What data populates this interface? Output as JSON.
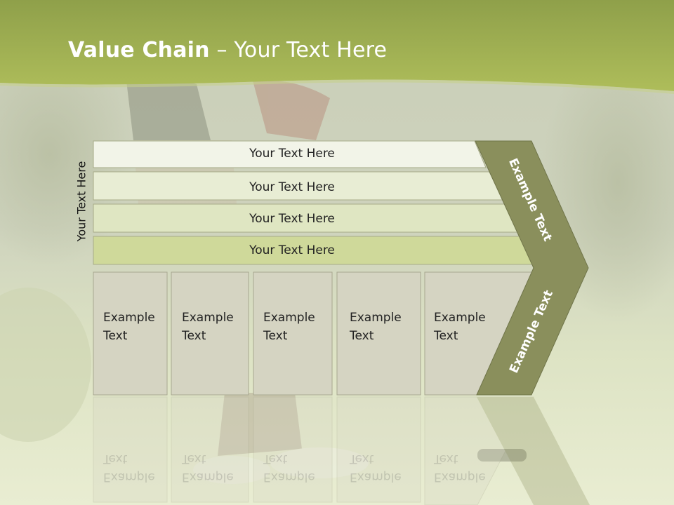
{
  "title": {
    "bold": "Value Chain",
    "rest": " – Your Text Here"
  },
  "side_label": "Your Text Here",
  "rows": [
    "Your Text Here",
    "Your Text Here",
    "Your Text Here",
    "Your Text Here"
  ],
  "columns": [
    {
      "line1": "Example",
      "line2": "Text"
    },
    {
      "line1": "Example",
      "line2": "Text"
    },
    {
      "line1": "Example",
      "line2": "Text"
    },
    {
      "line1": "Example",
      "line2": "Text"
    },
    {
      "line1": "Example",
      "line2": "Text"
    }
  ],
  "chevron": {
    "upper": "Example Text",
    "lower": "Example Text"
  },
  "colors": {
    "header_green": "#a4b550",
    "chevron": "#8a8f5c",
    "row_fills": [
      "#f2f4e8",
      "#e8edd4",
      "#dfe6c2",
      "#cfd99a"
    ],
    "column_fill": "#d5d4c2"
  }
}
